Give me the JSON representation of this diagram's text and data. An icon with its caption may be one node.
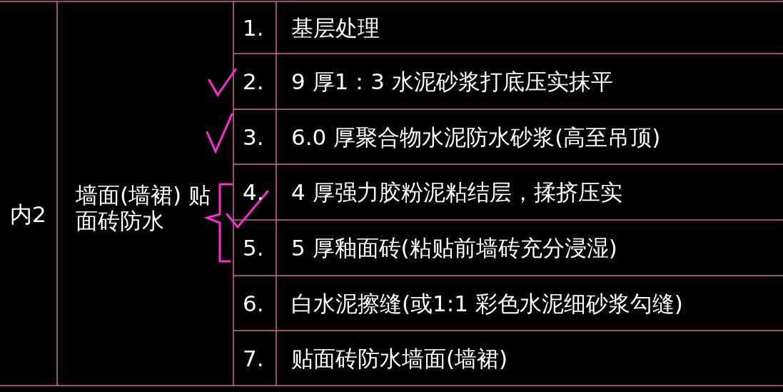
{
  "diagram": {
    "labels": [
      "内2",
      "墙面(墙裙) 贴面砖防水",
      "1.",
      "基层处理",
      "2.",
      "9 厚1：3 水泥砂浆打底压实抹平",
      "3.",
      "6.0 厚聚合物水泥防水砂浆(高至吊顶)",
      "4.",
      "4 厚强力胶粉泥粘结层，揉挤压实",
      "5.",
      "5 厚釉面砖(粘贴前墙砖充分浸湿)",
      "6.",
      "白水泥擦缝(或1:1 彩色水泥细砂浆勾缝)",
      "7.",
      "贴面砖防水墙面(墙裙)"
    ]
  }
}
